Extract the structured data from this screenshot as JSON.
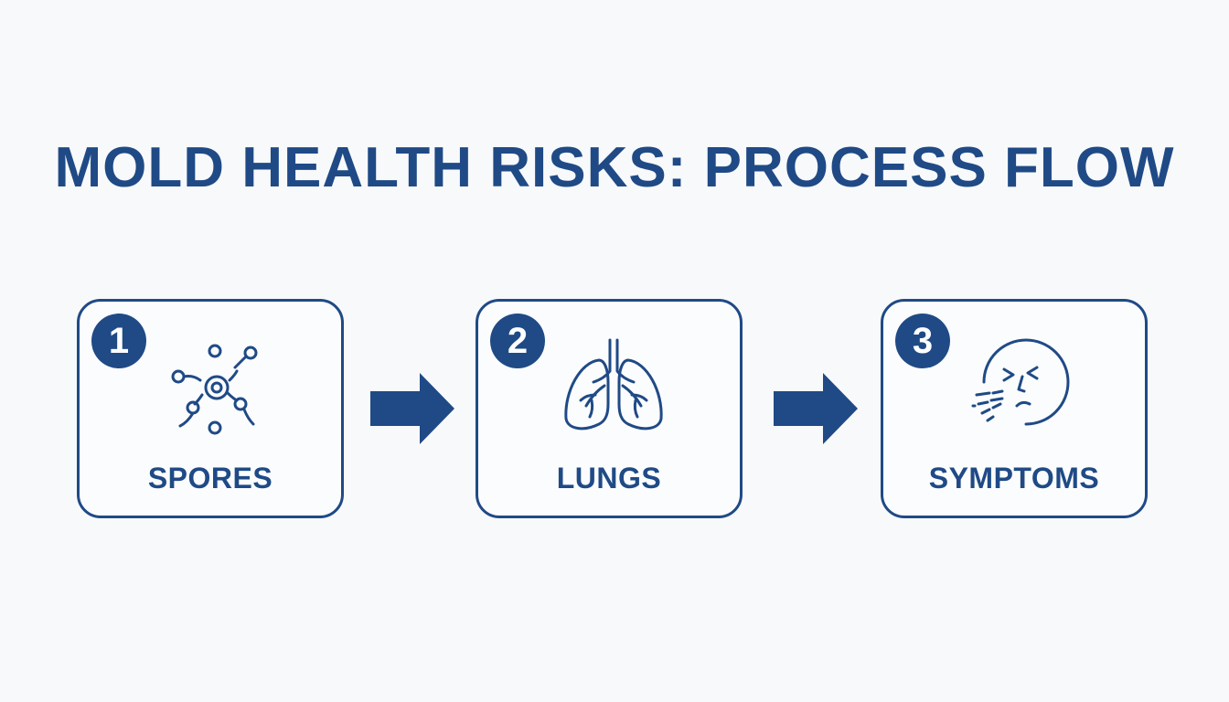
{
  "title": "MOLD HEALTH RISKS: PROCESS FLOW",
  "steps": [
    {
      "number": "1",
      "label": "SPORES",
      "icon": "spores-icon"
    },
    {
      "number": "2",
      "label": "LUNGS",
      "icon": "lungs-icon"
    },
    {
      "number": "3",
      "label": "SYMPTOMS",
      "icon": "sneezing-face-icon"
    }
  ],
  "colors": {
    "primary": "#1f4a86",
    "background": "#f8f9fa"
  }
}
